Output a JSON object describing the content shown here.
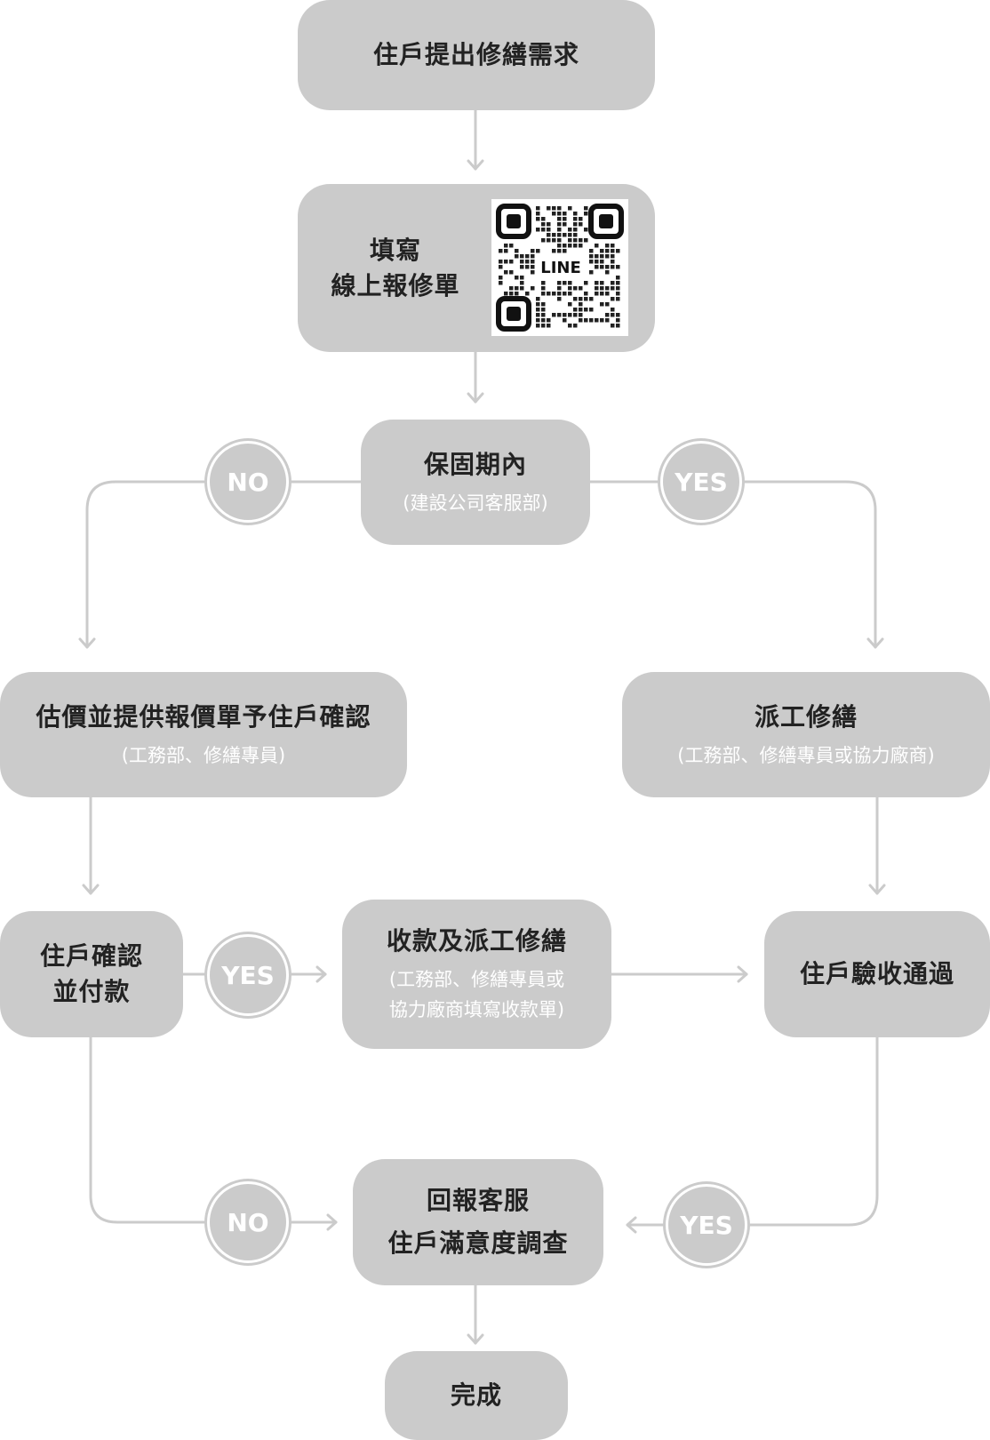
{
  "nodes": {
    "request": {
      "title": "住戶提出修繕需求"
    },
    "online_form": {
      "title_line1": "填寫",
      "title_line2": "線上報修單",
      "qr_label": "LINE"
    },
    "warranty": {
      "title": "保固期內",
      "subtitle": "(建設公司客服部)"
    },
    "estimate": {
      "title": "估價並提供報價單予住戶確認",
      "subtitle": "(工務部、修繕專員)"
    },
    "dispatch": {
      "title": "派工修繕",
      "subtitle": "(工務部、修繕專員或協力廠商)"
    },
    "confirm_pay": {
      "title_line1": "住戶確認",
      "title_line2": "並付款"
    },
    "collect_dispatch": {
      "title": "收款及派工修繕",
      "subtitle_line1": "(工務部、修繕專員或",
      "subtitle_line2": "協力廠商填寫收款單)"
    },
    "inspection": {
      "title": "住戶驗收通過"
    },
    "survey": {
      "title_line1": "回報客服",
      "title_line2": "住戶滿意度調查"
    },
    "done": {
      "title": "完成"
    }
  },
  "badges": {
    "warranty_no": "NO",
    "warranty_yes": "YES",
    "pay_yes": "YES",
    "pay_no": "NO",
    "inspection_yes": "YES"
  },
  "colors": {
    "box_fill": "#cbcbcb",
    "connector": "#cbcbcb",
    "title_text": "#222222",
    "subtitle_text": "#ffffff",
    "background": "#ffffff"
  }
}
